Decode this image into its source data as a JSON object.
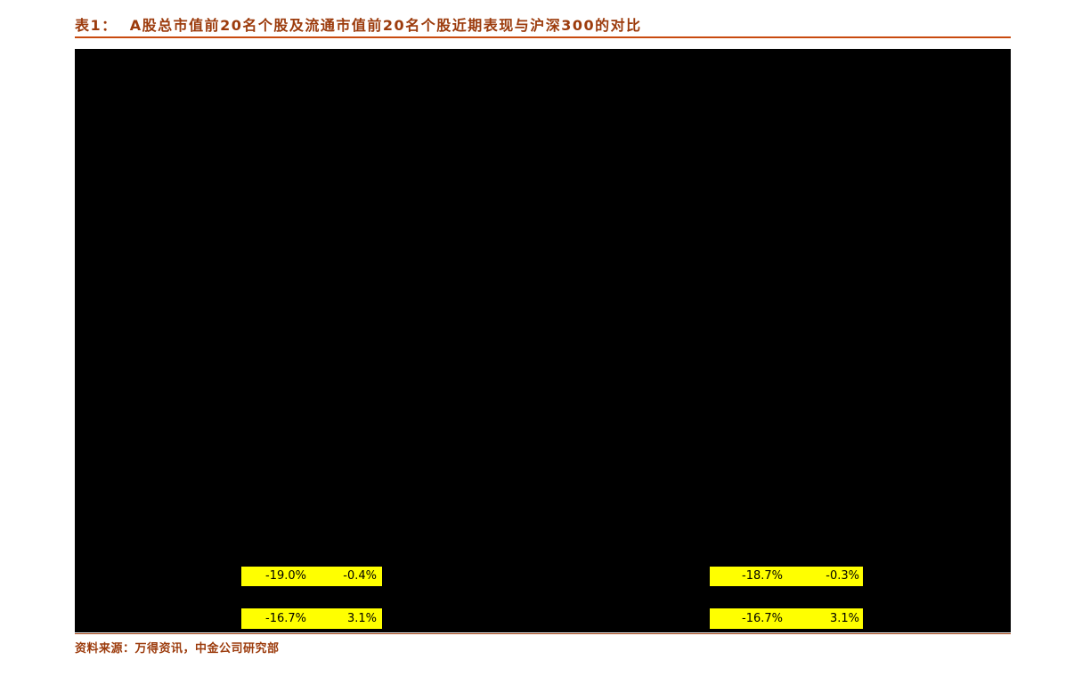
{
  "header": {
    "title": "表1：  A股总市值前20名个股及流通市值前20名个股近期表现与沪深300的对比"
  },
  "table": {
    "description": "table area rendered as solid black block with yellow highlighted summary cells",
    "highlight_cells": {
      "left_top": [
        "-19.0%",
        "-0.4%"
      ],
      "right_top": [
        "-18.7%",
        "-0.3%"
      ],
      "left_bottom": [
        "-16.7%",
        "3.1%"
      ],
      "right_bottom": [
        "-16.7%",
        "3.1%"
      ]
    }
  },
  "footer": {
    "source": "资料来源：万得资讯，中金公司研究部"
  },
  "colors": {
    "accent": "#9c3b0c",
    "rule": "#c84a0e",
    "highlight": "#ffff00",
    "block": "#000000",
    "cell_text": "#000000",
    "page_bg": "#ffffff"
  }
}
